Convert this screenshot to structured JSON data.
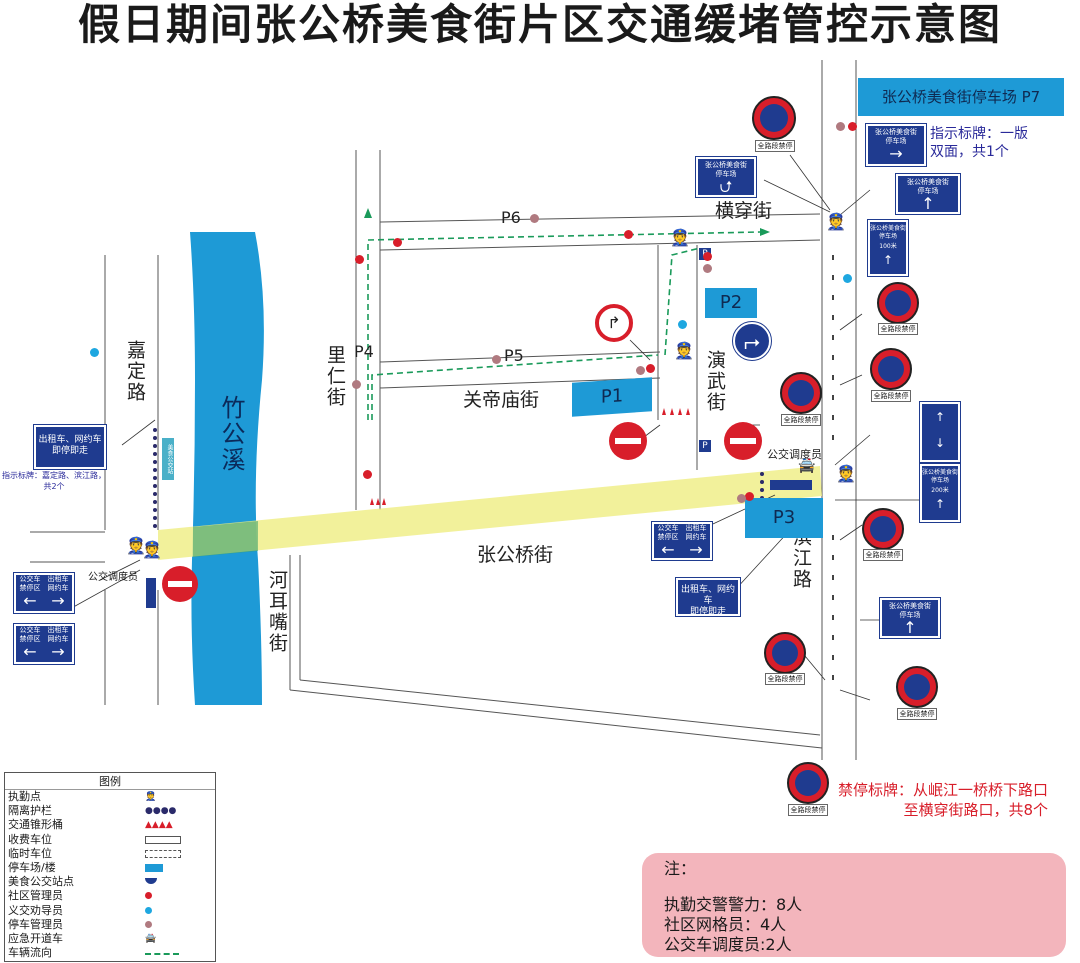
{
  "title": "假日期间张公桥美食街片区交通缓堵管控示意图",
  "streets": {
    "zhugongxi": "竹公溪",
    "jiading": "嘉定路",
    "lirenjie": "里仁街",
    "guandimiao": "关帝庙街",
    "yanwu": "演武街",
    "hengchuan": "横穿街",
    "zhanggongqiao": "张公桥街",
    "heerzui": "河耳嘴街",
    "binjiang": "滨江路"
  },
  "parking": {
    "p1": "P1",
    "p2": "P2",
    "p3": "P3",
    "p4": "P4",
    "p5": "P5",
    "p6": "P6",
    "p7": "张公桥美食街停车场 P7"
  },
  "labels": {
    "bus_dispatcher_right": "公交调度员",
    "bus_dispatcher_left": "公交调度员",
    "indicator_note": "指示标牌：一版\n双面，共1个",
    "nostop_note": "禁停标牌：从岷江一桥桥下路口\n至横穿街路口，共8个",
    "left_indicator_note": "指示标牌：嘉定路、滨江路，\n共2个"
  },
  "signs": {
    "taxi_left": "出租车、网约车\n即停即走",
    "taxi_bottom": "出租车、网约车\n即停即走",
    "bus_taxi_1a": "公交车\n禁停区",
    "bus_taxi_1b": "出租车\n网约车",
    "bus_taxi_2a": "公交车\n禁停区",
    "bus_taxi_2b": "出租车\n网约车",
    "bus_taxi_3a": "公交车\n禁停区",
    "bus_taxi_3b": "出租车\n网约车",
    "parking_sign_1": "张公桥美食街\n停车场",
    "parking_sign_2": "张公桥美食街\n停车场",
    "parking_sign_3": "张公桥美食街\n停车场",
    "parking_sign_4": "张公桥美食街\n停车场",
    "parking_sign_5": "张公桥美食街\n停车场",
    "parking_sign_6": "张公桥美食街\n停车场",
    "parking_dist_1": "200米",
    "parking_dist_2": "100米",
    "nostop_label": "全路段禁停",
    "bus_stop_vertical": "美食公交站"
  },
  "legend": {
    "title": "图例",
    "items": [
      "执勤点",
      "隔离护栏",
      "交通锥形桶",
      "收费车位",
      "临时车位",
      "停车场/楼",
      "美食公交站点",
      "社区管理员",
      "义交劝导员",
      "停车管理员",
      "应急开道车",
      "车辆流向"
    ]
  },
  "notes": {
    "header": "注：",
    "lines": [
      "执勤交警警力：8人",
      "社区网格员：4人",
      "公交车调度员:2人"
    ]
  },
  "colors": {
    "creek": "#1e9ad6",
    "main_road_highlight": "#f0ee8a",
    "parking": "#1e9ad6",
    "sign_bg": "#1f3b8f",
    "community_manager": "#d81e2a",
    "volunteer": "#1ea7e0",
    "parking_manager": "#b07a80",
    "flow_line": "#1a9a5a",
    "notes_bg": "#f3b5bc"
  }
}
